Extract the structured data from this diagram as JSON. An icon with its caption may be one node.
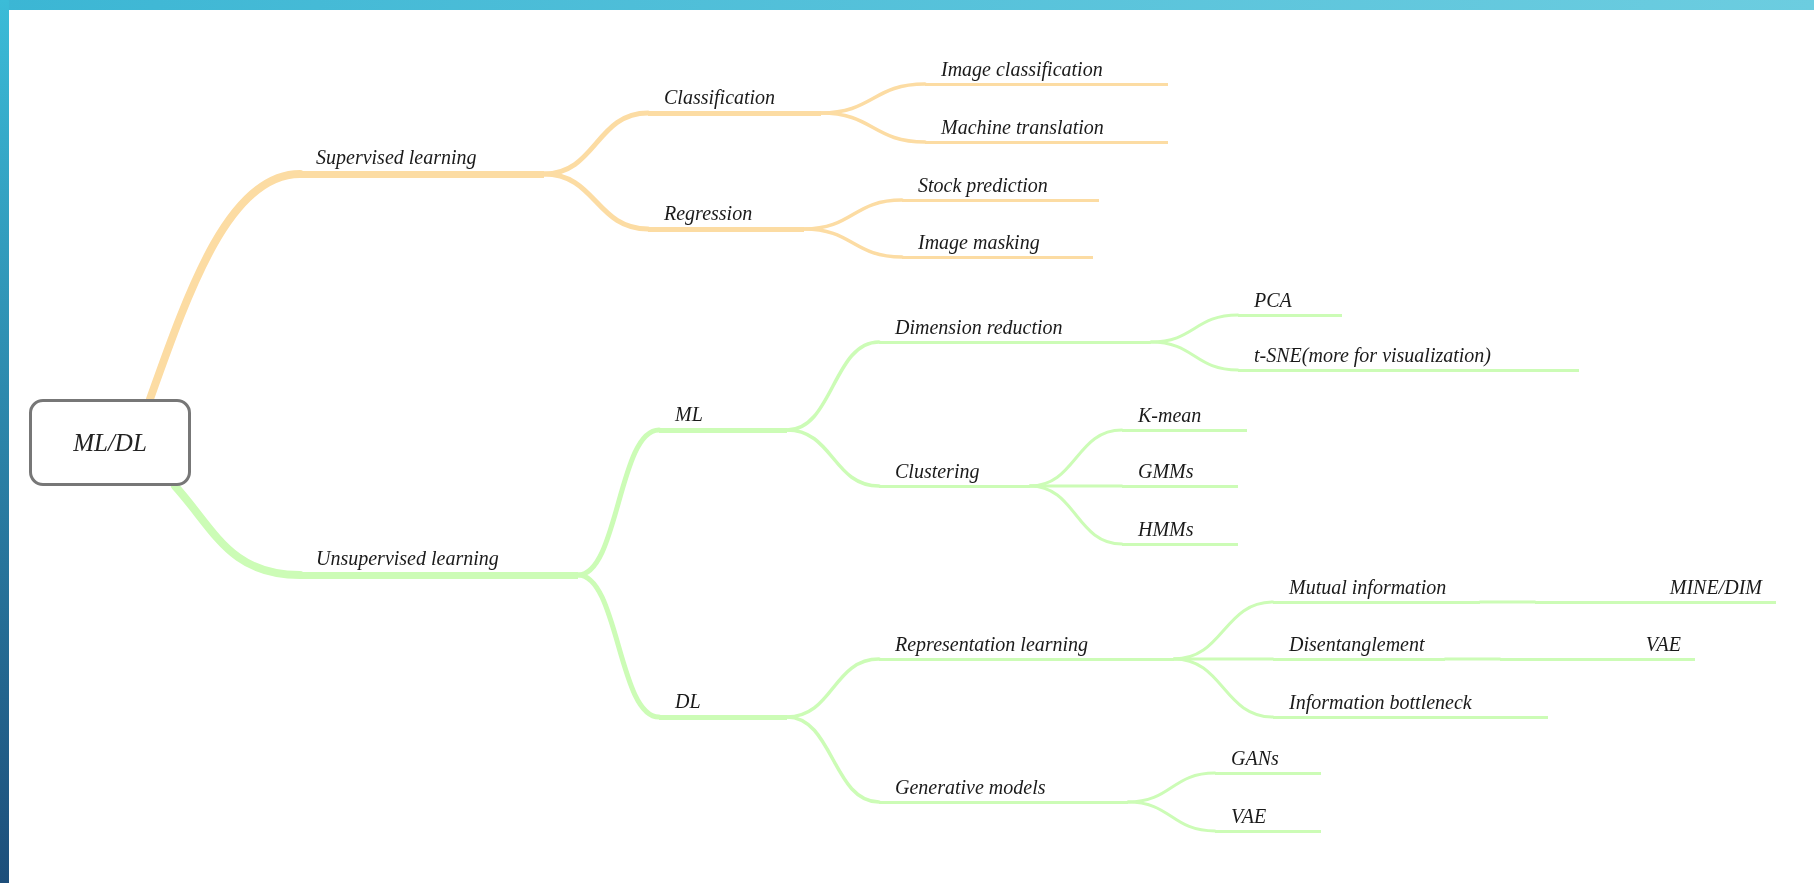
{
  "diagram": {
    "nodes": [
      {
        "text": [
          "ML/DL"
        ]
      },
      {
        "text": [
          "Supervised learning"
        ]
      },
      {
        "text": [
          "Classification"
        ]
      },
      {
        "text": [
          "Image classification"
        ]
      },
      {
        "text": [
          "Machine translation"
        ]
      },
      {
        "text": [
          "Regression"
        ]
      },
      {
        "text": [
          "Stock prediction"
        ]
      },
      {
        "text": [
          "Image masking"
        ]
      },
      {
        "text": [
          "Unsupervised learning"
        ]
      },
      {
        "text": [
          "ML"
        ]
      },
      {
        "text": [
          "Dimension reduction"
        ]
      },
      {
        "text": [
          "PCA"
        ]
      },
      {
        "text": [
          "t-SNE(more for visualization)"
        ]
      },
      {
        "text": [
          "Clustering"
        ]
      },
      {
        "text": [
          "K-mean"
        ]
      },
      {
        "text": [
          "GMMs"
        ]
      },
      {
        "text": [
          "HMMs"
        ]
      },
      {
        "text": [
          "DL"
        ]
      },
      {
        "text": [
          "Representation learning"
        ]
      },
      {
        "text": [
          "Mutual information"
        ]
      },
      {
        "text": [
          "MINE/DIM"
        ]
      },
      {
        "text": [
          "Disentanglement"
        ]
      },
      {
        "text": [
          "VAE"
        ]
      },
      {
        "text": [
          "Information bottleneck"
        ]
      },
      {
        "text": [
          "Generative models"
        ]
      },
      {
        "text": [
          "GANs"
        ]
      },
      {
        "text": [
          "VAE"
        ]
      }
    ],
    "edges": [
      {
        "from": 0,
        "to": 1,
        "arrow": "none",
        "style": "thick",
        "color": "#fcdca3"
      },
      {
        "from": 1,
        "to": 2,
        "arrow": "none",
        "color": "#fcdca3"
      },
      {
        "from": 2,
        "to": 3,
        "arrow": "none",
        "color": "#fcdca3"
      },
      {
        "from": 2,
        "to": 4,
        "arrow": "none",
        "color": "#fcdca3"
      },
      {
        "from": 1,
        "to": 5,
        "arrow": "none",
        "color": "#fcdca3"
      },
      {
        "from": 5,
        "to": 6,
        "arrow": "none",
        "color": "#fcdca3"
      },
      {
        "from": 5,
        "to": 7,
        "arrow": "none",
        "color": "#fcdca3"
      },
      {
        "from": 0,
        "to": 8,
        "arrow": "none",
        "style": "thick"
      },
      {
        "from": 8,
        "to": 9,
        "arrow": "none"
      },
      {
        "from": 9,
        "to": 10,
        "arrow": "none"
      },
      {
        "from": 10,
        "to": 11,
        "arrow": "none"
      },
      {
        "from": 10,
        "to": 12,
        "arrow": "none"
      },
      {
        "from": 9,
        "to": 13,
        "arrow": "none"
      },
      {
        "from": 13,
        "to": 14,
        "arrow": "none"
      },
      {
        "from": 13,
        "to": 15,
        "arrow": "none"
      },
      {
        "from": 13,
        "to": 16,
        "arrow": "none"
      },
      {
        "from": 8,
        "to": 17,
        "arrow": "none"
      },
      {
        "from": 17,
        "to": 18,
        "arrow": "none"
      },
      {
        "from": 18,
        "to": 19,
        "arrow": "none"
      },
      {
        "from": 19,
        "to": 20,
        "arrow": "none"
      },
      {
        "from": 18,
        "to": 21,
        "arrow": "none"
      },
      {
        "from": 21,
        "to": 22,
        "arrow": "none"
      },
      {
        "from": 18,
        "to": 23,
        "arrow": "none"
      },
      {
        "from": 17,
        "to": 24,
        "arrow": "none"
      },
      {
        "from": 24,
        "to": 25,
        "arrow": "none"
      },
      {
        "from": 24,
        "to": 26,
        "arrow": "none"
      }
    ]
  }
}
